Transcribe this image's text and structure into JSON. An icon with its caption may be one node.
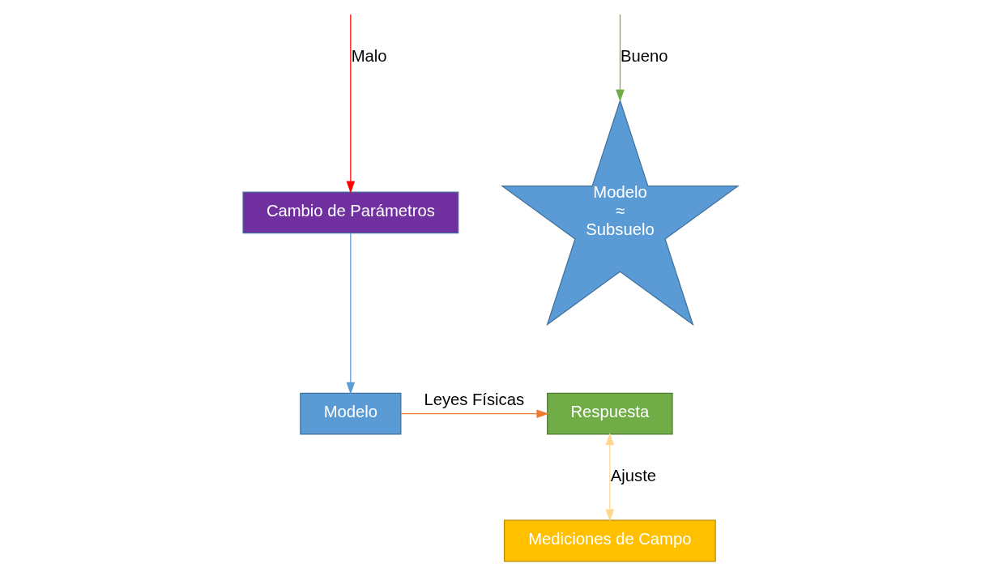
{
  "diagram": {
    "nodes": [
      {
        "text": [
          "Modelo"
        ]
      },
      {
        "text": [
          "Respuesta"
        ]
      },
      {
        "text": [
          "Cambio de Parámetros"
        ]
      },
      {
        "text": [
          "Mediciones de Campo"
        ]
      },
      {
        "text": [
          "Modelo",
          "≈",
          "Subsuelo"
        ]
      }
    ],
    "edges": [
      {
        "from": 0,
        "to": 1,
        "arrow": "to",
        "label": "Leyes Físicas",
        "color": "#ed7d31"
      },
      {
        "from": 1,
        "to": 3,
        "arrow": "both",
        "label": "Ajuste",
        "color": "#ffd78c"
      },
      {
        "from": null,
        "to": 2,
        "arrow": "to",
        "label": "Malo",
        "color": "#ff0000"
      },
      {
        "from": null,
        "to": 4,
        "arrow": "to",
        "label": "Bueno",
        "color": "#70ad47"
      },
      {
        "from": 2,
        "to": 0,
        "arrow": "to",
        "color": "#5b9bd5"
      }
    ]
  }
}
